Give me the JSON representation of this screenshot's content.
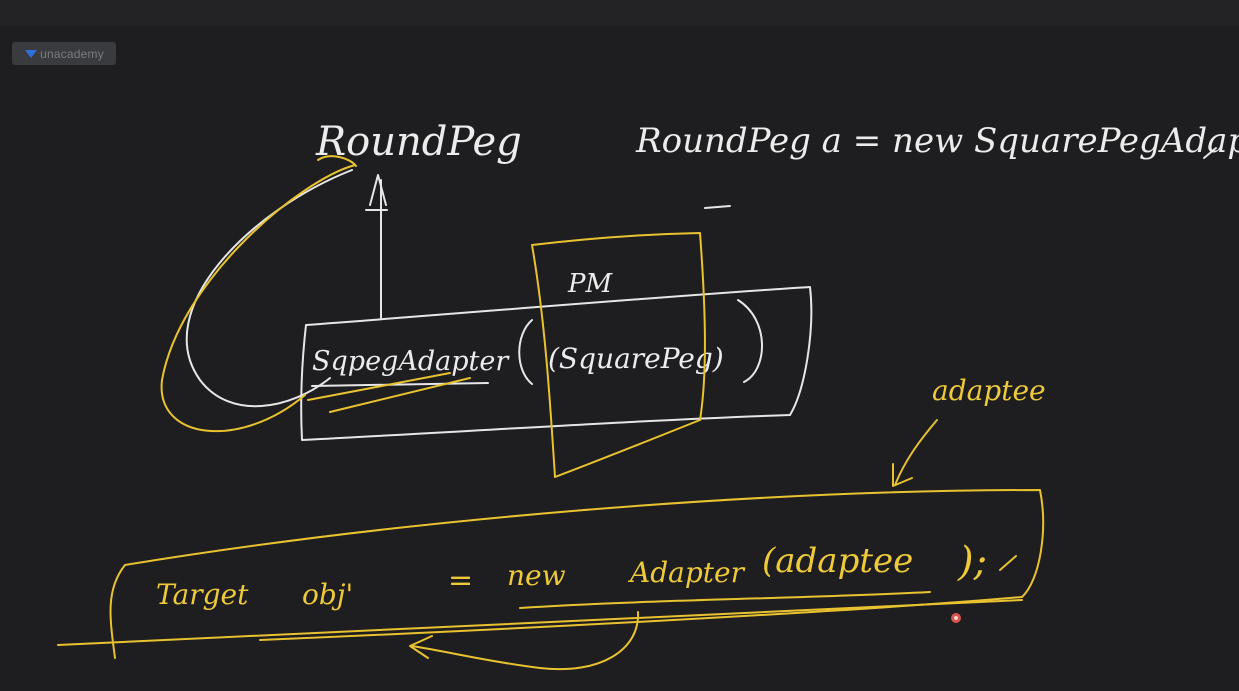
{
  "logo": {
    "text": "unacademy",
    "icon": "unacademy-logo-icon"
  },
  "whiteboard": {
    "round_peg_label": "RoundPeg",
    "code_line_top": "RoundPeg a = new SquarePegAdapter(sp).",
    "adapter_label": "SqpegAdapter",
    "paren_label": "(SquarePeg)",
    "pm_label": "PM",
    "adaptee_label": "adaptee",
    "bottom_line": {
      "target": "Target",
      "obj": "obj'",
      "equals": "=",
      "new": "new",
      "adapter": "Adapter",
      "arg": "(adaptee",
      "close": ");"
    }
  },
  "colors": {
    "background": "#1e1e20",
    "white_ink": "#ececec",
    "yellow_ink": "#eec93a",
    "cursor": "#d9534f"
  }
}
